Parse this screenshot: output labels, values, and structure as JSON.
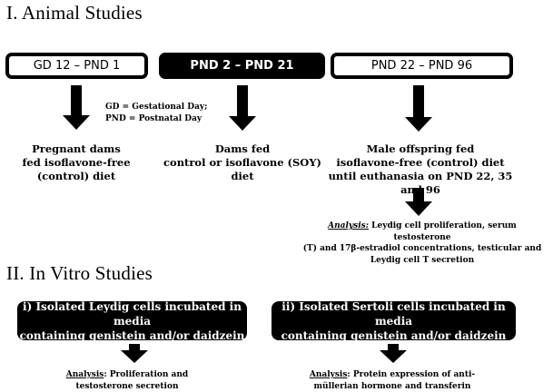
{
  "animal": {
    "title": "I. Animal Studies",
    "phases": [
      {
        "label": "GD 12 – PND 1"
      },
      {
        "label": "PND 2 – PND 21"
      },
      {
        "label": "PND 22 – PND 96"
      }
    ],
    "legend": {
      "gd": "GD = Gestational Day;",
      "pnd": "PND = Postnatal Day"
    },
    "outcomes": [
      {
        "lines": [
          "Pregnant dams",
          "fed  isoflavone-free",
          "(control) diet"
        ]
      },
      {
        "lines": [
          "Dams fed",
          "control or isoflavone (SOY)",
          "diet"
        ]
      },
      {
        "lines": [
          "Male offspring fed",
          "isoflavone-free (control) diet",
          "until euthanasia on PND 22, 35 and 96"
        ]
      }
    ],
    "analysis": {
      "label": "Analysis:",
      "lines": [
        " Leydig cell proliferation, serum testosterone",
        "(T) and 17β-estradiol concentrations, testicular and",
        "Leydig cell T secretion"
      ]
    }
  },
  "vitro": {
    "title": "II. In Vitro Studies",
    "boxes": [
      {
        "lines": [
          "i) Isolated Leydig cells incubated in media",
          "containing genistein and/or daidzein"
        ],
        "analysis_label": "Analysis",
        "analysis_lines": [
          ": Proliferation and",
          "testosterone secretion"
        ]
      },
      {
        "lines": [
          "ii) Isolated Sertoli cells incubated in media",
          "containing genistein and/or daidzein"
        ],
        "analysis_label": "Analysis",
        "analysis_lines": [
          ": Protein expression of anti-",
          "müllerian hormone and transferin"
        ]
      }
    ]
  }
}
